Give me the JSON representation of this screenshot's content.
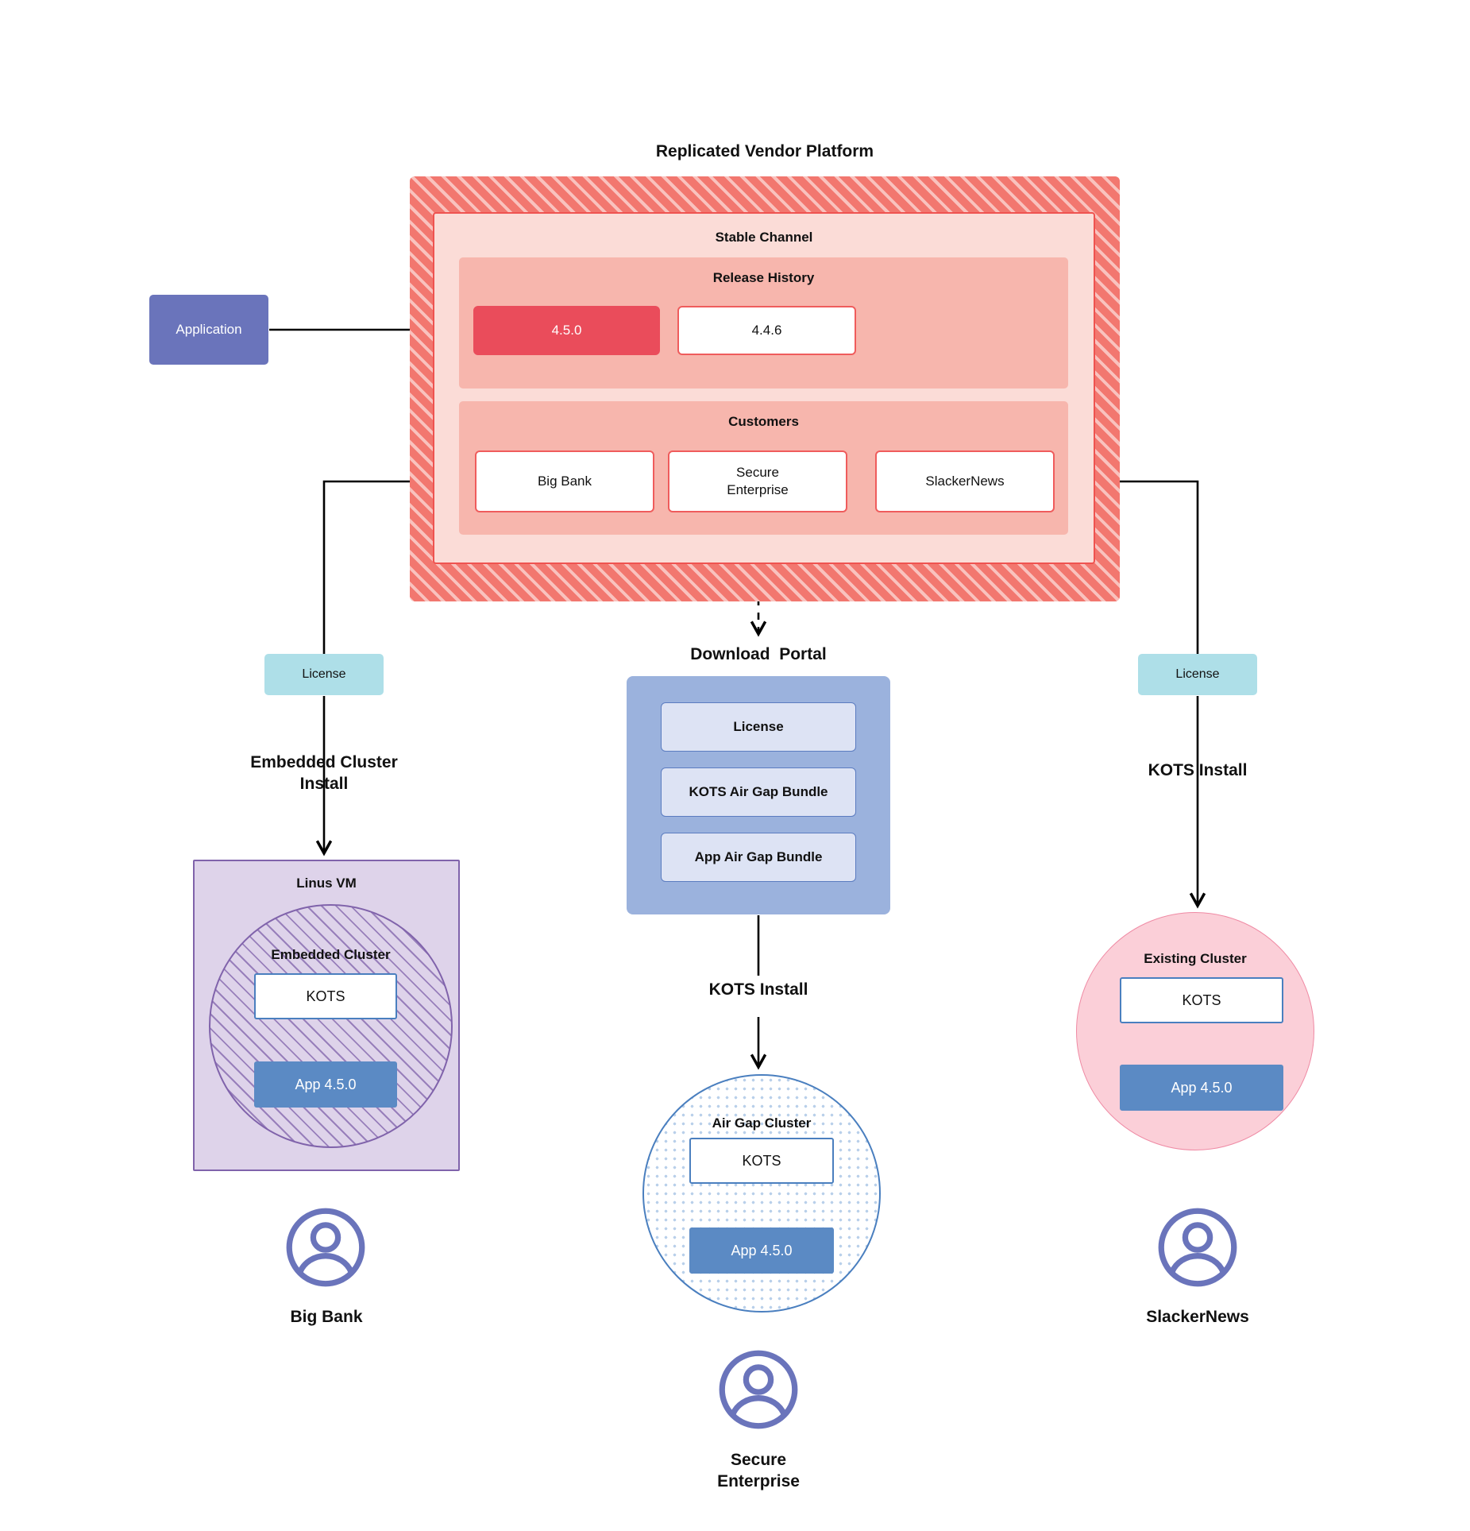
{
  "diagram": {
    "title": "Replicated Vendor Platform",
    "download_portal_title": "Download  Portal"
  },
  "application": {
    "label": "Application"
  },
  "vendor_platform": {
    "stable_channel": {
      "title": "Stable Channel"
    },
    "release_history": {
      "title": "Release History",
      "releases": [
        {
          "version": "4.5.0",
          "state": "current"
        },
        {
          "version": "4.4.6",
          "state": "previous"
        }
      ]
    },
    "customers": {
      "title": "Customers",
      "items": [
        {
          "name": "Big Bank"
        },
        {
          "name": "Secure\nEnterprise"
        },
        {
          "name": "SlackerNews"
        }
      ]
    }
  },
  "download_portal": {
    "items": [
      {
        "label": "License"
      },
      {
        "label": "KOTS Air Gap Bundle"
      },
      {
        "label": "App Air Gap Bundle"
      }
    ]
  },
  "licenses": {
    "left": {
      "label": "License"
    },
    "right": {
      "label": "License"
    }
  },
  "install_labels": {
    "left": "Embedded Cluster\nInstall",
    "center": "KOTS Install",
    "right": "KOTS Install"
  },
  "left_branch": {
    "vm_title": "Linus VM",
    "cluster_title": "Embedded Cluster",
    "kots_label": "KOTS",
    "app_label": "App 4.5.0",
    "customer_label": "Big Bank"
  },
  "center_branch": {
    "cluster_title": "Air Gap Cluster",
    "kots_label": "KOTS",
    "app_label": "App 4.5.0",
    "customer_label": "Secure\nEnterprise"
  },
  "right_branch": {
    "cluster_title": "Existing Cluster",
    "kots_label": "KOTS",
    "app_label": "App 4.5.0",
    "customer_label": "SlackerNews"
  },
  "colors": {
    "platform_red": "#f2776f",
    "channel_pink": "#fbdcd7",
    "panel_pink": "#f7b6ad",
    "release_current": "#ea4c5b",
    "application_purple": "#6a74bb",
    "license_cyan": "#aedfe8",
    "portal_blue": "#9bb2dd",
    "portal_item_blue": "#dde3f4",
    "vm_purple": "#ded3ea",
    "vm_border": "#8063ab",
    "app_blue": "#5b8ac4",
    "existing_pink": "#fbcfd8",
    "avatar_purple": "#6a74bb"
  }
}
